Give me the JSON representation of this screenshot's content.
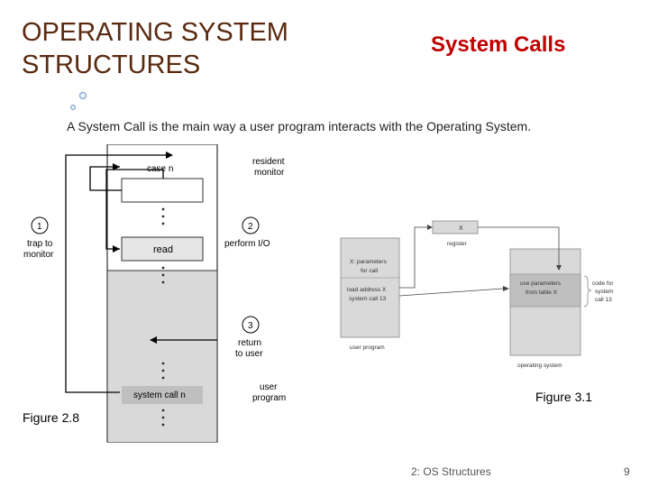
{
  "slide": {
    "title_line1": "OPERATING SYSTEM",
    "title_line2": "STRUCTURES",
    "subtitle": "System Calls",
    "intro": "A System Call is the main way a user program interacts with the Operating System.",
    "footer_center": "2: OS Structures",
    "page_number": "9"
  },
  "figure_2_8": {
    "caption": "Figure 2.8",
    "case_n": "case n",
    "resident_monitor_1": "resident",
    "resident_monitor_2": "monitor",
    "read": "read",
    "step1_num": "1",
    "step1_label1": "trap to",
    "step1_label2": "monitor",
    "step2_num": "2",
    "step2_label": "perform I/O",
    "step3_num": "3",
    "step3_label1": "return",
    "step3_label2": "to user",
    "system_call_n": "system call n",
    "user_program_1": "user",
    "user_program_2": "program"
  },
  "figure_3_1": {
    "caption": "Figure 3.1",
    "x_box": "X",
    "register": "register",
    "params_1": "X: parameters",
    "params_2": "for call",
    "load_1": "load address X",
    "load_2": "system call 13",
    "user_program": "user program",
    "use_params_1": "use parameters",
    "use_params_2": "from table X",
    "code_for_1": "code for",
    "code_for_2": "system",
    "code_for_3": "call 13",
    "operating_system": "operating system"
  }
}
